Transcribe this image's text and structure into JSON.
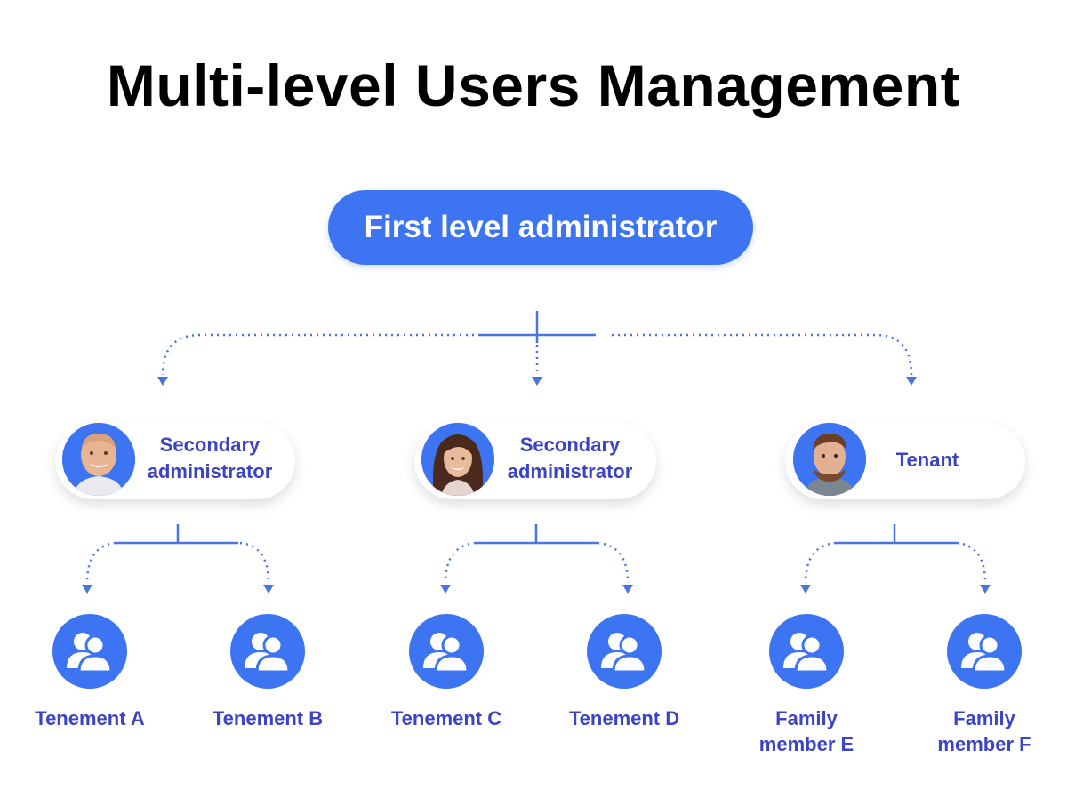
{
  "title": "Multi-level Users Management",
  "root": {
    "label": "First level administrator"
  },
  "level2": [
    {
      "label_line1": "Secondary",
      "label_line2": "administrator",
      "avatar": "older-man-avatar"
    },
    {
      "label_line1": "Secondary",
      "label_line2": "administrator",
      "avatar": "woman-avatar"
    },
    {
      "label_line1": "Tenant",
      "label_line2": "",
      "avatar": "bearded-man-avatar"
    }
  ],
  "leaves": [
    {
      "line1": "Tenement A",
      "line2": ""
    },
    {
      "line1": "Tenement B",
      "line2": ""
    },
    {
      "line1": "Tenement C",
      "line2": ""
    },
    {
      "line1": "Tenement D",
      "line2": ""
    },
    {
      "line1": "Family",
      "line2": "member E"
    },
    {
      "line1": "Family",
      "line2": "member F"
    }
  ],
  "colors": {
    "accent": "#3d74f2",
    "label": "#3b44c2",
    "connector": "#4a74e0"
  }
}
